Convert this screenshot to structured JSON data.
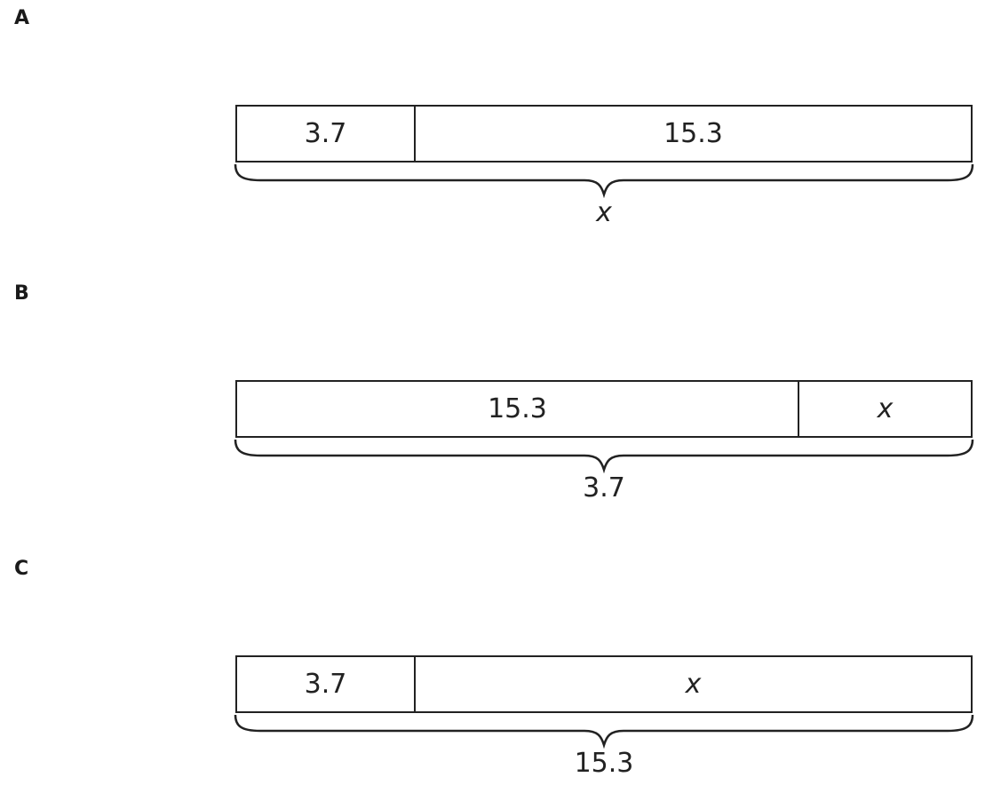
{
  "diagrams": [
    {
      "label": "A",
      "segments": [
        {
          "text": "3.7",
          "italic": false,
          "share": 0.24
        },
        {
          "text": "15.3",
          "italic": false,
          "share": 0.76
        }
      ],
      "total": {
        "text": "x",
        "italic": true
      }
    },
    {
      "label": "B",
      "segments": [
        {
          "text": "15.3",
          "italic": false,
          "share": 0.76
        },
        {
          "text": "x",
          "italic": true,
          "share": 0.24
        }
      ],
      "total": {
        "text": "3.7",
        "italic": false
      }
    },
    {
      "label": "C",
      "segments": [
        {
          "text": "3.7",
          "italic": false,
          "share": 0.24
        },
        {
          "text": "x",
          "italic": true,
          "share": 0.76
        }
      ],
      "total": {
        "text": "15.3",
        "italic": false
      }
    }
  ]
}
